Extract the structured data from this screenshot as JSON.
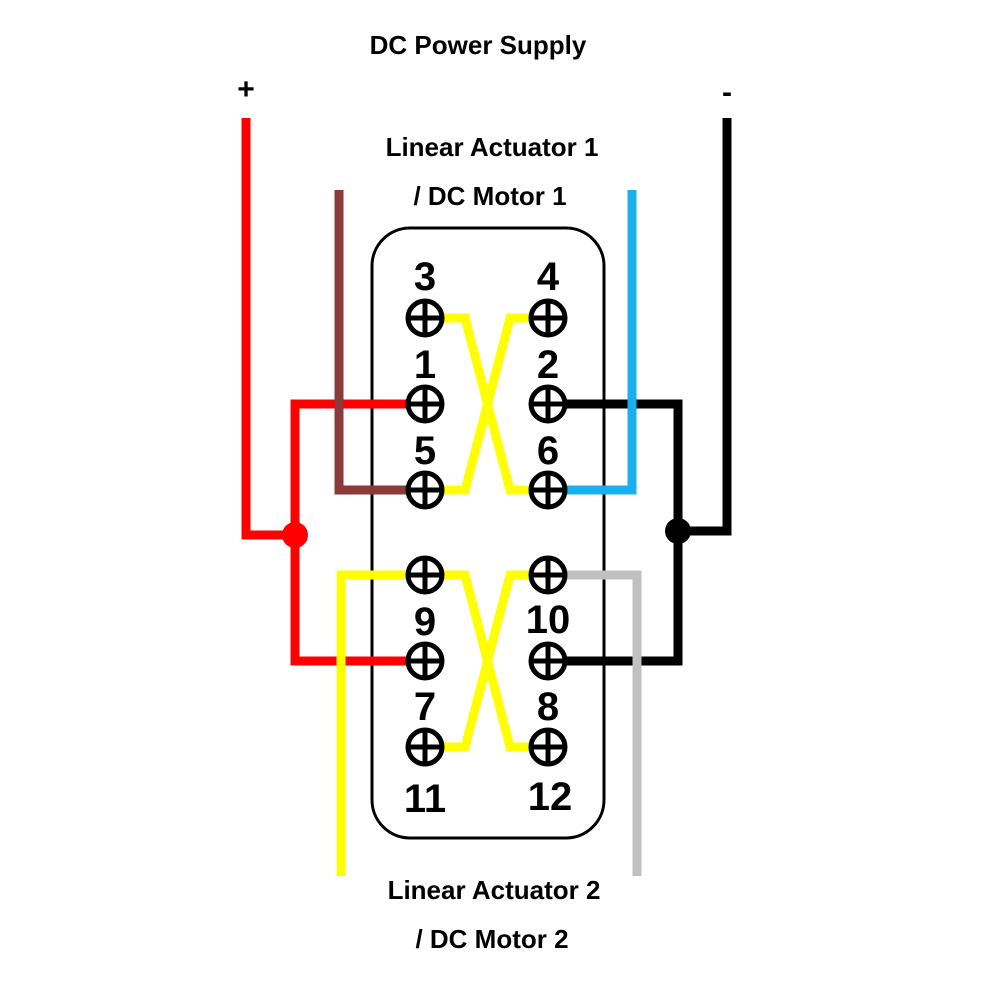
{
  "title": "DC Power Supply",
  "supply": {
    "positive": "+",
    "negative": "-"
  },
  "actuator_1": {
    "line1": "Linear Actuator 1",
    "line2": "/ DC Motor 1"
  },
  "actuator_2": {
    "line1": "Linear Actuator 2",
    "line2": "/ DC Motor 2"
  },
  "terminals": {
    "t1": "1",
    "t2": "2",
    "t3": "3",
    "t4": "4",
    "t5": "5",
    "t6": "6",
    "t7": "7",
    "t8": "8",
    "t9": "9",
    "t10": "10",
    "t11": "11",
    "t12": "12"
  },
  "colors": {
    "positive": "#ff0000",
    "negative": "#000000",
    "jumper": "#ffff00",
    "actuator_1_a": "#8b3a3a",
    "actuator_1_b": "#1ab0f0",
    "actuator_2_a": "#ffff00",
    "actuator_2_b": "#c0c0c0"
  }
}
